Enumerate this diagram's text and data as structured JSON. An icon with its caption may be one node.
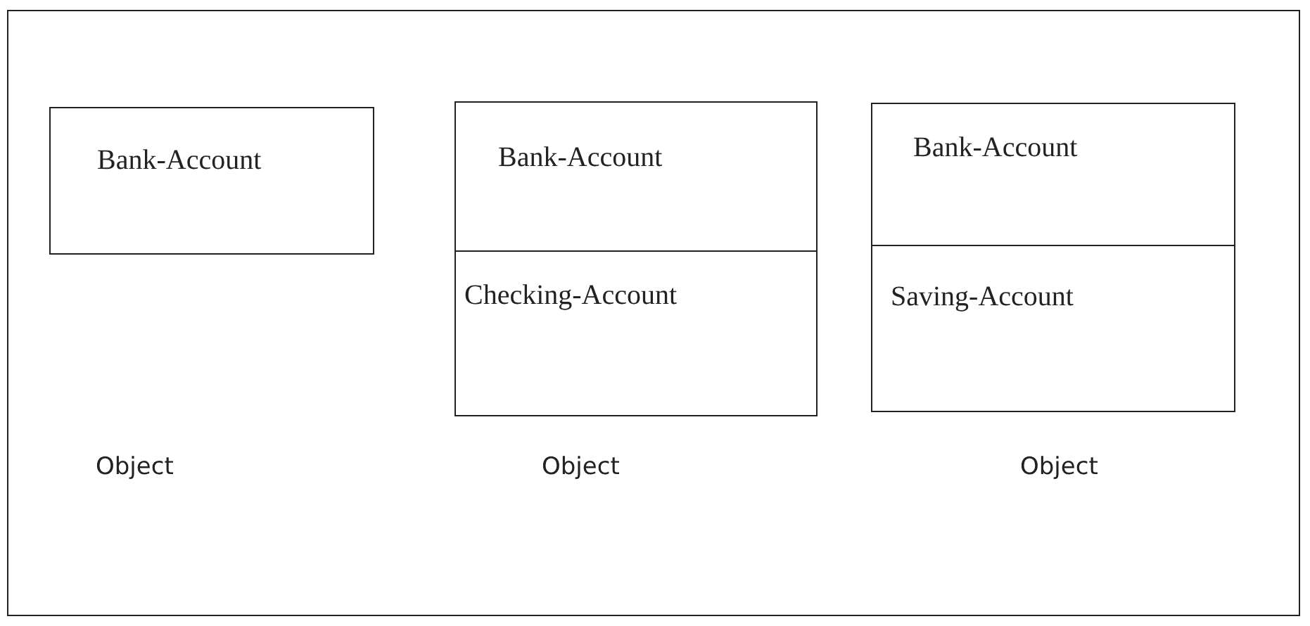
{
  "diagram": {
    "nodes": [
      {
        "text": [
          "Bank-Account"
        ]
      },
      {
        "text": [
          "Bank-Account",
          "Checking-Account"
        ]
      },
      {
        "text": [
          "Bank-Account",
          "Saving-Account"
        ]
      }
    ],
    "labels": [
      "Object",
      "Object",
      "Object"
    ]
  }
}
